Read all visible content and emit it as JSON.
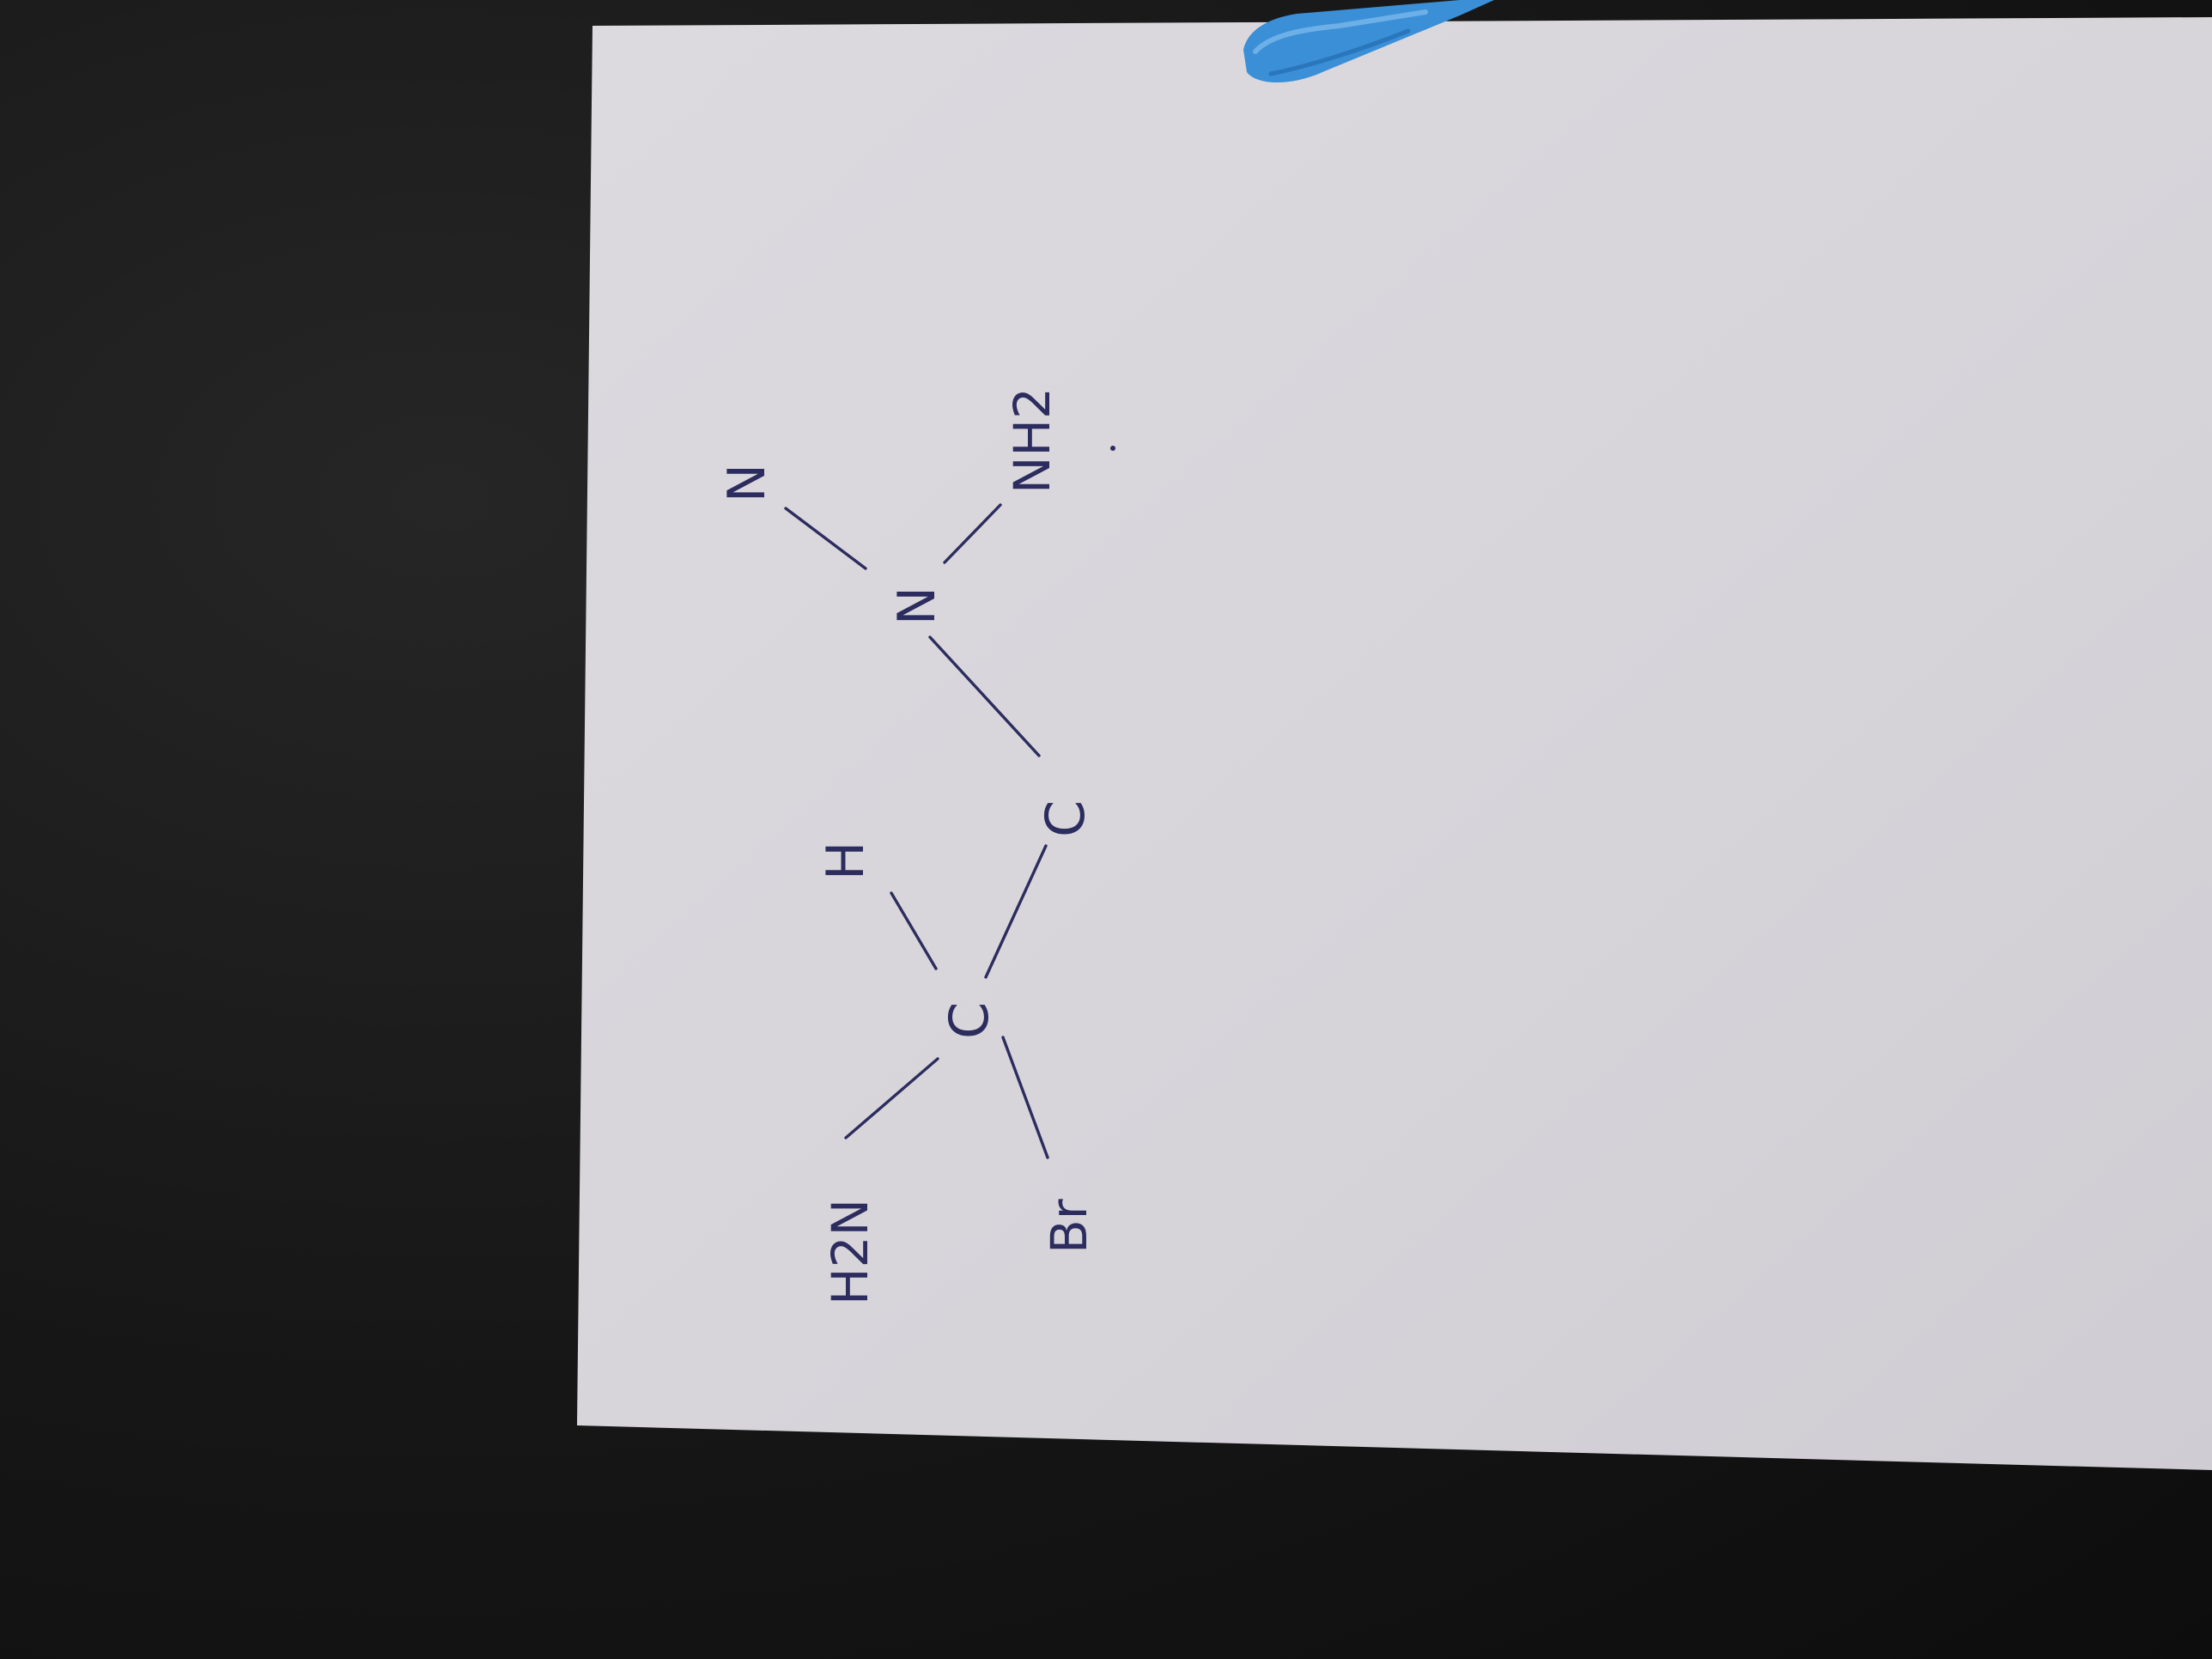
{
  "photo": {
    "subject": "hand-drawn-structure-on-paper",
    "ink_color": "#2c2c5e",
    "paper_color": "#d9d7dc",
    "background_color": "#161616",
    "clip_color": "#3a8fd6"
  },
  "drawing": {
    "atoms": {
      "h2n": "H2N",
      "br": "Br",
      "c1": "C",
      "h": "H",
      "c2": "C",
      "n_center": "N",
      "n_top": "N",
      "nh2": "NH2"
    }
  }
}
